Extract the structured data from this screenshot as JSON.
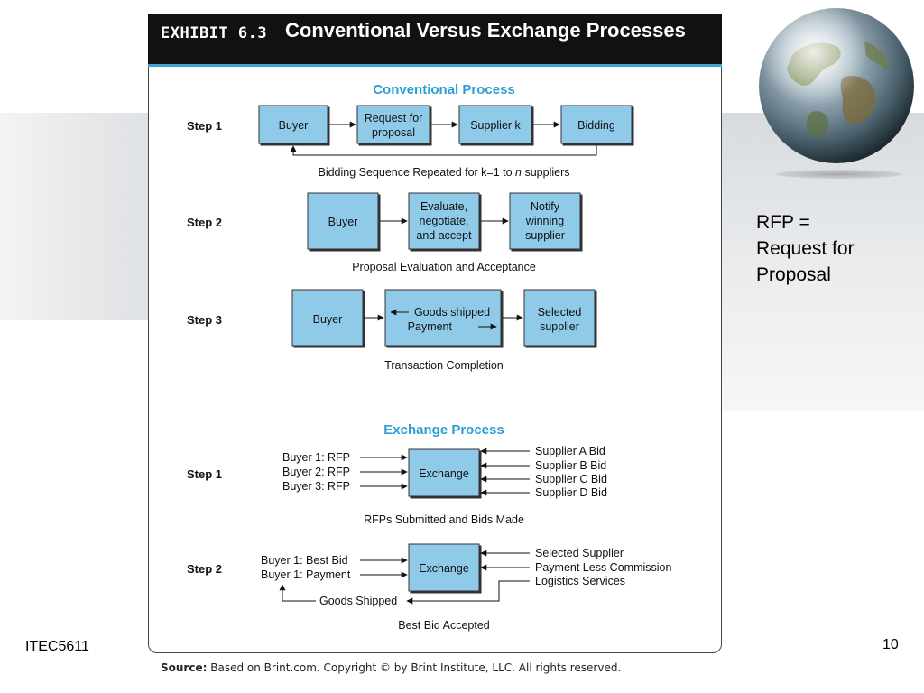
{
  "header": {
    "exhibit": "EXHIBIT 6.3",
    "title": "Conventional Versus Exchange Processes"
  },
  "conventional": {
    "heading": "Conventional Process",
    "step1": {
      "label": "Step 1",
      "boxes": [
        "Buyer",
        "Request for proposal",
        "Supplier k",
        "Bidding"
      ],
      "caption": "Bidding Sequence Repeated for k=1 to ",
      "caption_var": "n",
      "caption_end": " suppliers"
    },
    "step2": {
      "label": "Step 2",
      "boxes": [
        "Buyer",
        "Evaluate, negotiate, and accept",
        "Notify winning supplier"
      ],
      "caption": "Proposal Evaluation and Acceptance"
    },
    "step3": {
      "label": "Step 3",
      "boxes": [
        "Buyer",
        "Selected supplier"
      ],
      "goods_shipped": "Goods shipped",
      "payment": "Payment",
      "caption": "Transaction Completion"
    }
  },
  "exchange": {
    "heading": "Exchange Process",
    "step1": {
      "label": "Step 1",
      "box": "Exchange",
      "buyers": [
        "Buyer 1: RFP",
        "Buyer 2: RFP",
        "Buyer 3: RFP"
      ],
      "suppliers": [
        "Supplier A Bid",
        "Supplier B Bid",
        "Supplier C Bid",
        "Supplier D Bid"
      ],
      "caption": "RFPs Submitted and Bids Made"
    },
    "step2": {
      "label": "Step 2",
      "box": "Exchange",
      "buyers": [
        "Buyer 1: Best Bid",
        "Buyer 1: Payment"
      ],
      "suppliers": [
        "Selected Supplier",
        "Payment Less Commission",
        "Logistics Services"
      ],
      "goods_shipped": "Goods Shipped",
      "caption": "Best Bid Accepted"
    }
  },
  "source": {
    "label": "Source:",
    "text": "Based on Brint.com. Copyright © by Brint Institute, LLC. All rights reserved."
  },
  "side_note": [
    "RFP =",
    "Request for",
    "Proposal"
  ],
  "footer": {
    "course": "ITEC5611",
    "page_number": "10"
  },
  "colors": {
    "box_fill": "#8fcae8",
    "heading_blue": "#2a9fd6",
    "header_bg": "#111111"
  }
}
